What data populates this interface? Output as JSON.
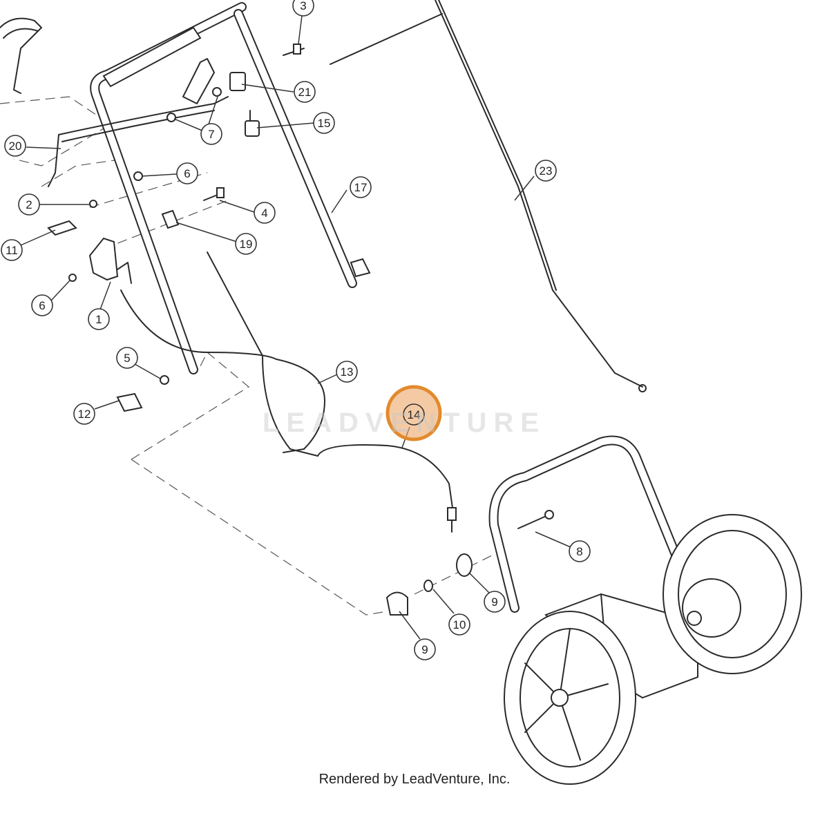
{
  "callouts": [
    {
      "num": "1"
    },
    {
      "num": "2"
    },
    {
      "num": "3"
    },
    {
      "num": "4"
    },
    {
      "num": "5"
    },
    {
      "num": "6"
    },
    {
      "num": "6"
    },
    {
      "num": "7"
    },
    {
      "num": "8"
    },
    {
      "num": "9"
    },
    {
      "num": "9"
    },
    {
      "num": "10"
    },
    {
      "num": "11"
    },
    {
      "num": "12"
    },
    {
      "num": "13"
    },
    {
      "num": "14"
    },
    {
      "num": "15"
    },
    {
      "num": "17"
    },
    {
      "num": "19"
    },
    {
      "num": "20"
    },
    {
      "num": "21"
    },
    {
      "num": "23"
    }
  ],
  "highlighted_callout": "14",
  "watermark": "LEADVENTURE",
  "caption": "Rendered by LeadVenture, Inc.",
  "colors": {
    "highlight_fill": "#EEAA6E",
    "highlight_stroke": "#E28A2C",
    "line": "#2A2A2A",
    "watermark": "#C8C8C8"
  }
}
